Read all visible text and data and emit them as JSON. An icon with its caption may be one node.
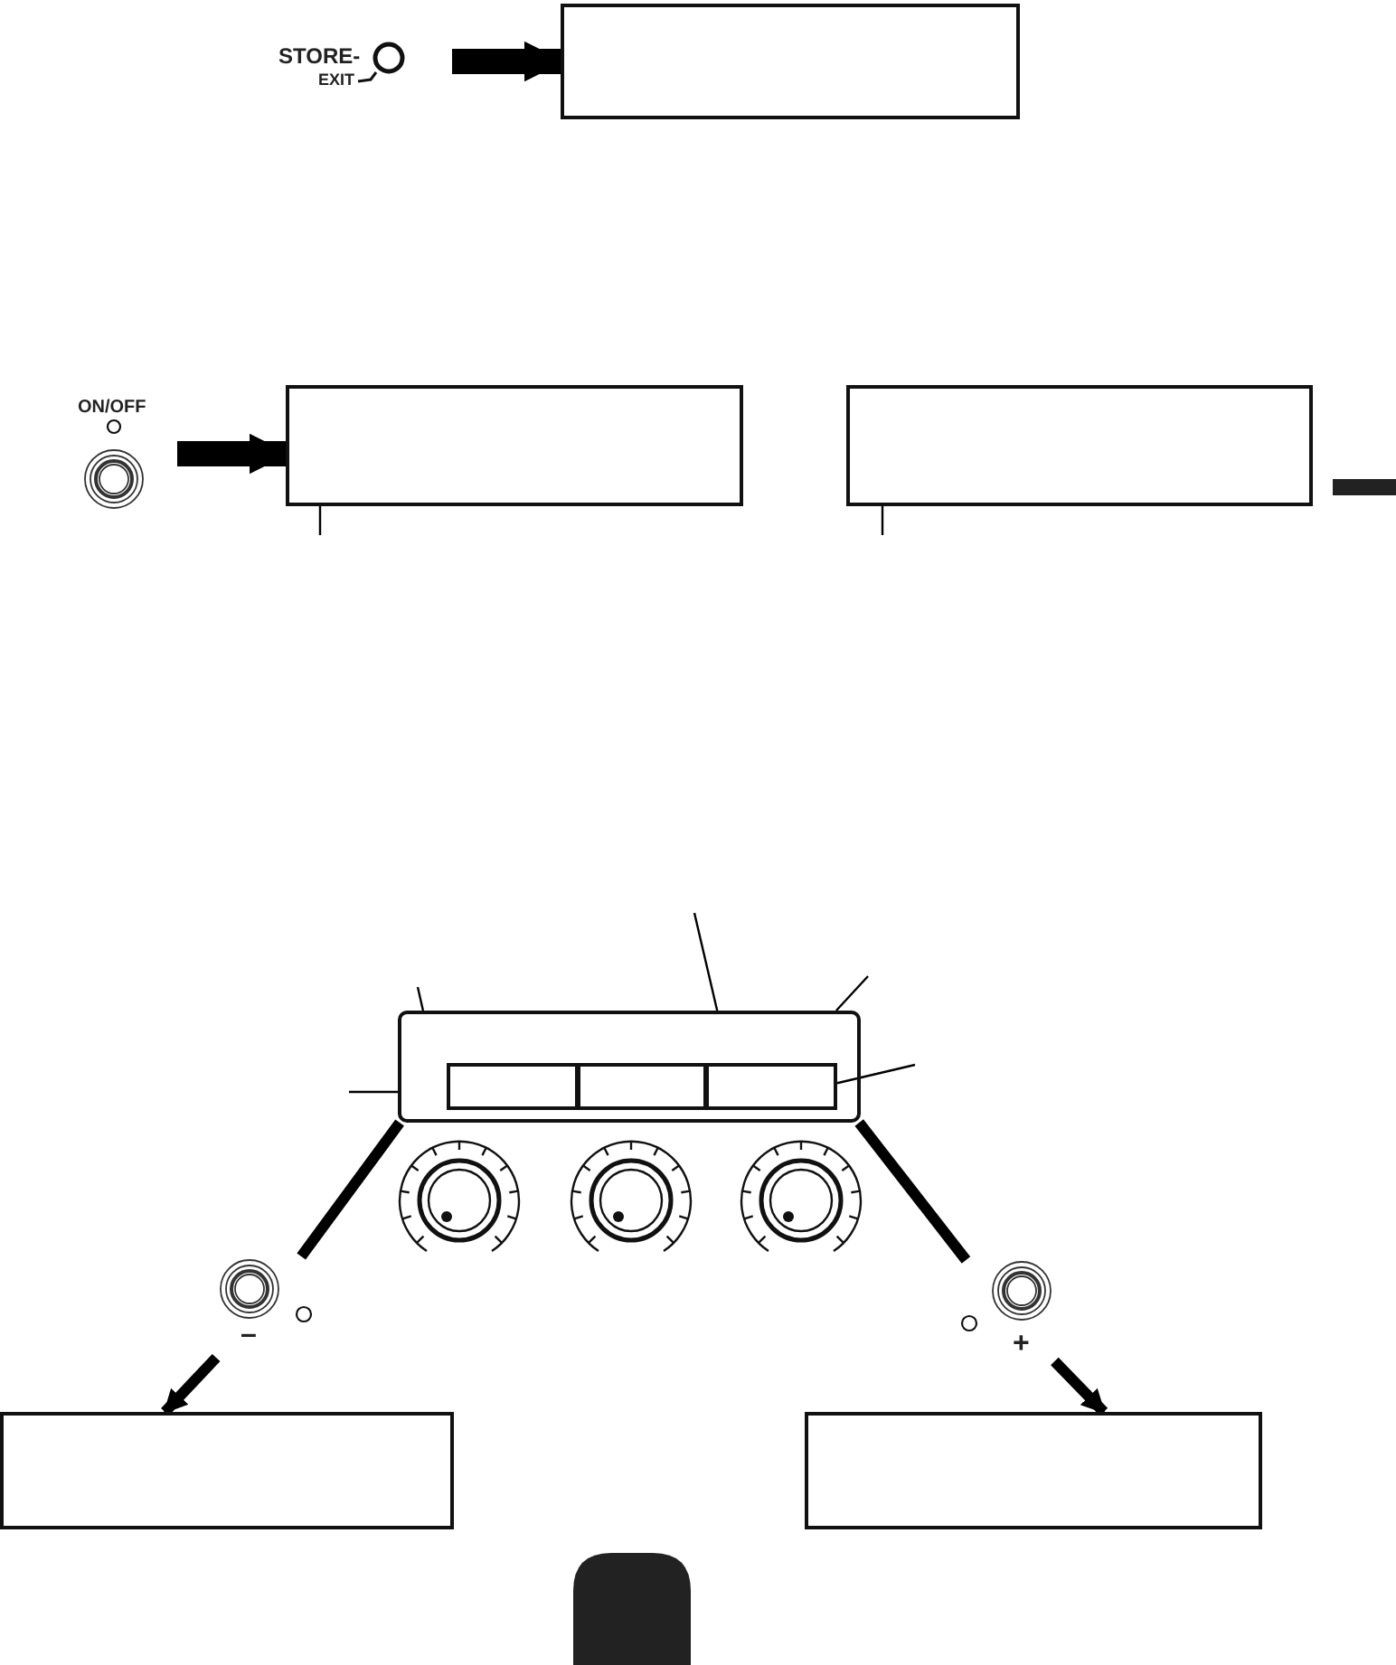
{
  "diagram": {
    "nodes": [
      {
        "text": [
          "STORE-",
          "EXIT"
        ]
      },
      {
        "text": [],
        "shape": "box"
      },
      {
        "text": [
          "ON/OFF"
        ]
      },
      {
        "text": [],
        "shape": "box"
      },
      {
        "text": [],
        "shape": "box"
      },
      {
        "text": [],
        "shape": "box"
      },
      {
        "text": [],
        "shape": "box",
        "in": 5
      },
      {
        "text": [],
        "shape": "box",
        "in": 5
      },
      {
        "text": [],
        "shape": "box",
        "in": 5
      },
      {
        "text": [
          "–"
        ]
      },
      {
        "text": [
          "+"
        ]
      },
      {
        "text": [],
        "shape": "box"
      },
      {
        "text": [],
        "shape": "box"
      }
    ],
    "edges": [
      {
        "from": 0,
        "to": 1,
        "arrow": "to",
        "style": "thick"
      },
      {
        "from": 2,
        "to": 3,
        "arrow": "to",
        "style": "thick"
      },
      {
        "from": null,
        "to": 3,
        "arrow": "none"
      },
      {
        "from": null,
        "to": 4,
        "arrow": "none"
      },
      {
        "from": null,
        "to": 5,
        "arrow": "none"
      },
      {
        "from": null,
        "to": 5,
        "arrow": "none"
      },
      {
        "from": null,
        "to": 5,
        "arrow": "none"
      },
      {
        "from": null,
        "to": 5,
        "arrow": "none"
      },
      {
        "from": null,
        "to": 8,
        "arrow": "none"
      },
      {
        "from": 5,
        "to": 9,
        "arrow": "none",
        "style": "thick"
      },
      {
        "from": 9,
        "to": 11,
        "arrow": "to",
        "style": "thick"
      },
      {
        "from": 5,
        "to": 10,
        "arrow": "none",
        "style": "thick"
      },
      {
        "from": 10,
        "to": 12,
        "arrow": "to",
        "style": "thick"
      }
    ]
  }
}
